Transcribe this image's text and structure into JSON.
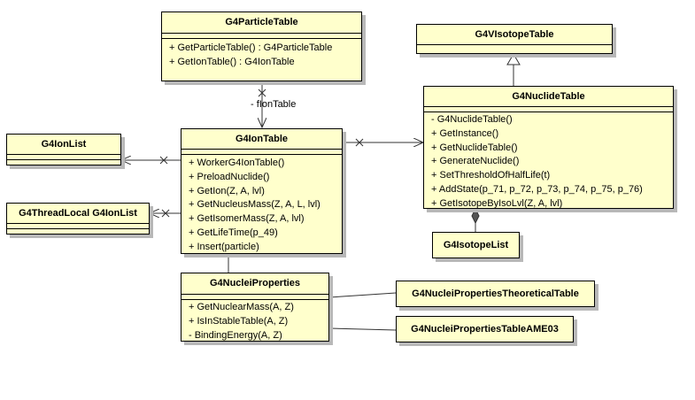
{
  "classes": {
    "particle_table": {
      "name": "G4ParticleTable",
      "operations": [
        "+ GetParticleTable() : G4ParticleTable",
        "+ GetIonTable() : G4IonTable"
      ]
    },
    "visotope_table": {
      "name": "G4VIsotopeTable",
      "operations": []
    },
    "nuclide_table": {
      "name": "G4NuclideTable",
      "operations": [
        "- G4NuclideTable()",
        "+ GetInstance()",
        "+ GetNuclideTable()",
        "+ GenerateNuclide()",
        "+ SetThresholdOfHalfLife(t)",
        "+ AddState(p_71, p_72, p_73, p_74, p_75, p_76)",
        "+ GetIsotopeByIsoLvl(Z, A, lvl)"
      ]
    },
    "ion_list": {
      "name": "G4IonList",
      "operations": []
    },
    "thread_local_ion_list": {
      "name": "G4ThreadLocal G4IonList",
      "operations": []
    },
    "ion_table": {
      "name": "G4IonTable",
      "operations": [
        "+ WorkerG4IonTable()",
        "+ PreloadNuclide()",
        "+ GetIon(Z, A, lvl)",
        "+ GetNucleusMass(Z, A, L, lvl)",
        "+ GetIsomerMass(Z, A, lvl)",
        "+ GetLifeTime(p_49)",
        "+ Insert(particle)"
      ]
    },
    "isotope_list": {
      "name": "G4IsotopeList"
    },
    "nuclei_properties": {
      "name": "G4NucleiProperties",
      "operations": [
        "+ GetNuclearMass(A, Z)",
        "+ IsInStableTable(A, Z)",
        "- BindingEnergy(A, Z)"
      ]
    },
    "nuclei_theoretical": {
      "name": "G4NucleiPropertiesTheoreticalTable"
    },
    "nuclei_ame03": {
      "name": "G4NucleiPropertiesTableAME03"
    }
  },
  "edge_labels": {
    "ion_table_role": "- fIonTable"
  },
  "colors": {
    "class_fill": "#ffffcc",
    "border": "#000000",
    "shadow": "#b8b8b8",
    "edge": "#555555"
  }
}
